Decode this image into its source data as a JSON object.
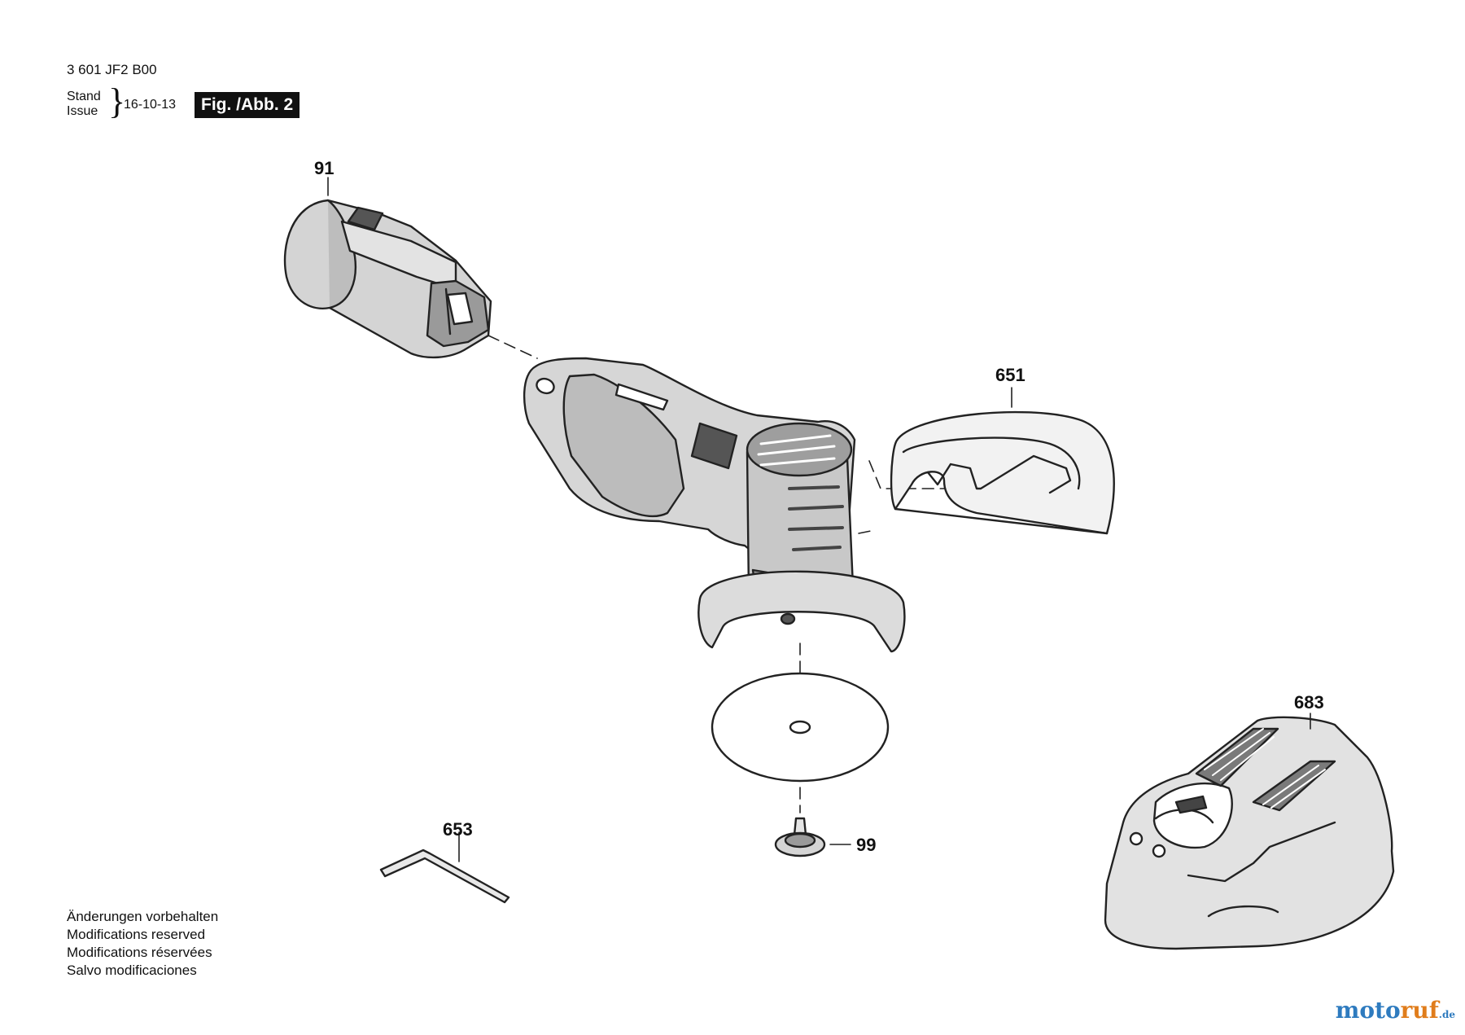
{
  "header": {
    "doc_number": "3 601 JF2 B00",
    "stand_label": "Stand",
    "issue_label": "Issue",
    "date": "16-10-13",
    "figure_label": "Fig. /Abb. 2"
  },
  "parts": [
    {
      "number": "91",
      "name": "battery-pack"
    },
    {
      "number": "651",
      "name": "protective-guard"
    },
    {
      "number": "683",
      "name": "battery-charger"
    },
    {
      "number": "653",
      "name": "hex-key"
    },
    {
      "number": "99",
      "name": "clamping-screw"
    }
  ],
  "footer": {
    "lines": [
      "Änderungen vorbehalten",
      "Modifications reserved",
      "Modifications réservées",
      "Salvo modificaciones"
    ]
  },
  "watermark": {
    "part1": "moto",
    "part2": "ruf",
    "part3": ".de"
  }
}
